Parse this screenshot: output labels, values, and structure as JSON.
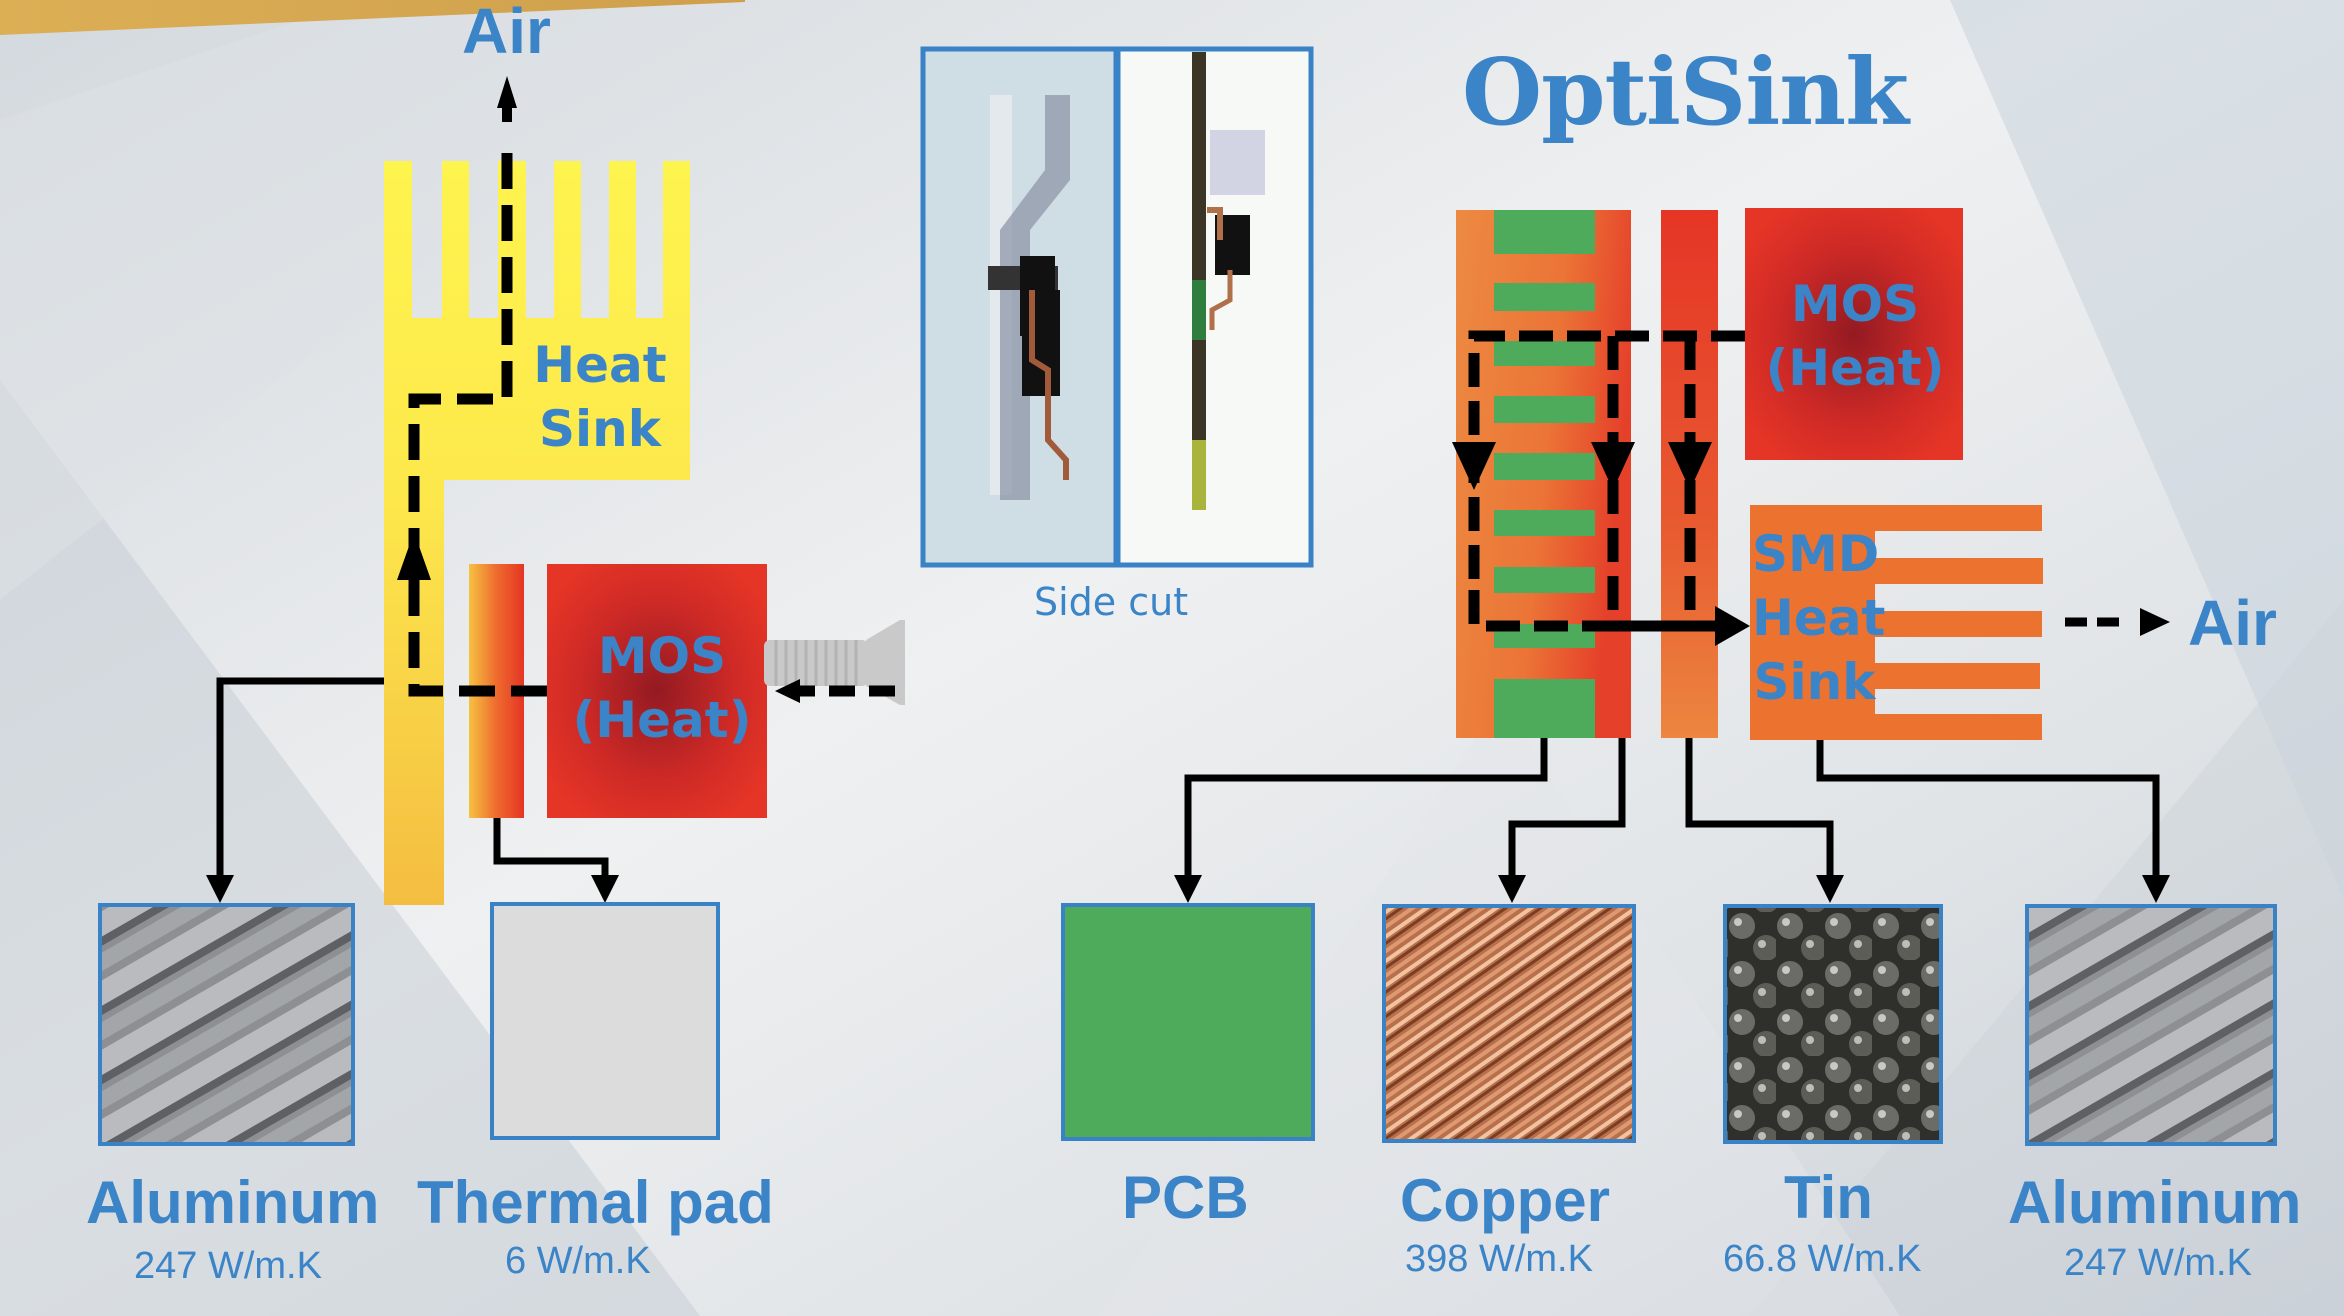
{
  "title": "OptiSink",
  "colors": {
    "label_blue": "#3b84c8",
    "frame_blue": "#3a82c6",
    "heatsink_yellow": "#fef14a",
    "heatsink_gold": "#f4bf42",
    "mos_red": "#e33526",
    "mos_dark": "#991b22",
    "copper_orange": "#ec7733",
    "pcb_green": "#4fab5c",
    "banner": "#d6a850"
  },
  "conventional": {
    "air_label": "Air",
    "heat_sink_label": [
      "Heat",
      "Sink"
    ],
    "mos_label": [
      "MOS",
      "(Heat)"
    ],
    "screw_icon": "screw-icon",
    "materials": [
      {
        "name": "Aluminum",
        "conductivity": "247 W/m.K",
        "swatch": "aluminum-photo"
      },
      {
        "name": "Thermal pad",
        "conductivity": "6 W/m.K",
        "swatch": "thermal-pad-swatch"
      }
    ]
  },
  "photos": {
    "caption": "Side cut",
    "items": [
      "side-cut-photo-left",
      "side-cut-photo-right"
    ]
  },
  "optisink": {
    "mos_label": [
      "MOS",
      "(Heat)"
    ],
    "smd_label": [
      "SMD",
      "Heat",
      "Sink"
    ],
    "air_label": "Air",
    "materials": [
      {
        "name": "PCB",
        "conductivity": "",
        "swatch": "pcb-swatch"
      },
      {
        "name": "Copper",
        "conductivity": "398 W/m.K",
        "swatch": "copper-photo"
      },
      {
        "name": "Tin",
        "conductivity": "66.8 W/m.K",
        "swatch": "tin-photo"
      },
      {
        "name": "Aluminum",
        "conductivity": "247 W/m.K",
        "swatch": "aluminum-photo"
      }
    ]
  }
}
